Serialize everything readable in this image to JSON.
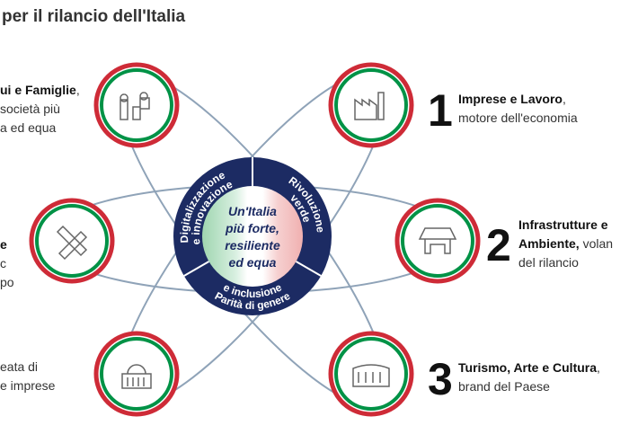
{
  "title": "per il rilancio dell'Italia",
  "center": {
    "lines": [
      "Un'Italia",
      "più forte,",
      "resiliente",
      "ed equa"
    ],
    "segments": [
      "Digitalizzazione e innovazione",
      "Rivoluzione verde",
      "Parità di genere e inclusione"
    ],
    "colors": {
      "ring": "#1c2b63",
      "green": "#009246",
      "red": "#ce2b37"
    }
  },
  "items": [
    {
      "num": "",
      "bold": "ui e Famiglie",
      "rest": ",",
      "lines": [
        "società più",
        "a ed equa"
      ],
      "icon": "family-icon"
    },
    {
      "num": "1",
      "bold": "Imprese e Lavoro",
      "rest": ",",
      "lines": [
        "motore dell'economia"
      ],
      "icon": "factory-icon"
    },
    {
      "num": "",
      "bold": "",
      "rest": "e",
      "lines": [
        "c",
        "po"
      ],
      "icon": "ruler-pencil-icon"
    },
    {
      "num": "2",
      "bold": "Infrastrutture e",
      "rest": "",
      "lines2": "Ambiente,",
      "lines2rest": " volan",
      "lines": [
        "del rilancio"
      ],
      "icon": "bridge-icon"
    },
    {
      "num": "",
      "bold": "",
      "rest": "",
      "lines": [
        "eata di",
        "e imprese"
      ],
      "icon": "parliament-icon"
    },
    {
      "num": "3",
      "bold": "Turismo, Arte e Cultura",
      "rest": ",",
      "lines": [
        "brand del Paese"
      ],
      "icon": "colosseum-icon"
    }
  ]
}
